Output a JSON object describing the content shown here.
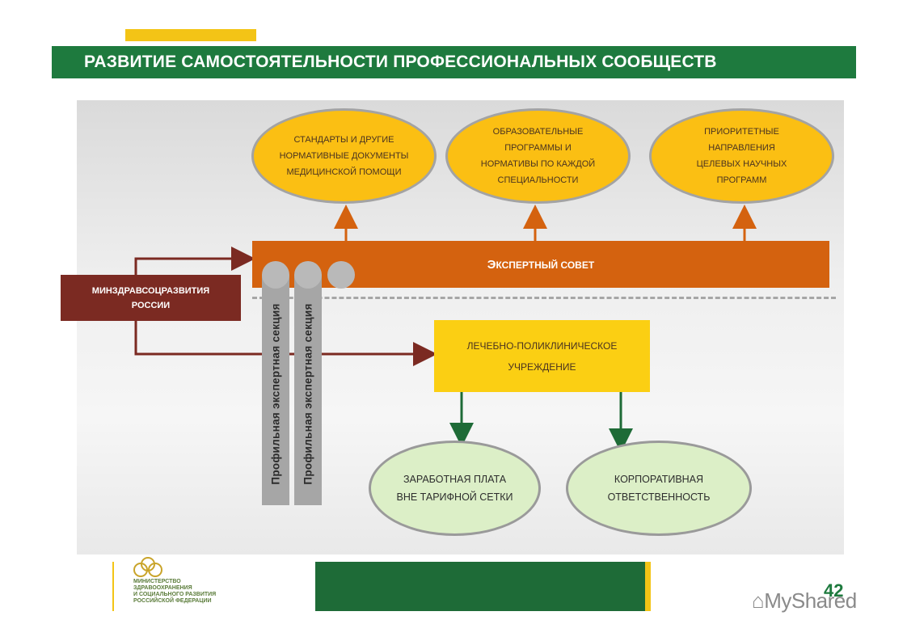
{
  "title": "РАЗВИТИЕ САМОСТОЯТЕЛЬНОСТИ ПРОФЕССИОНАЛЬНЫХ СООБЩЕСТВ",
  "top_ovals": [
    {
      "text": "СТАНДАРТЫ И ДРУГИЕ\nНОРМАТИВНЫЕ ДОКУМЕНТЫ\nМЕДИЦИНСКОЙ ПОМОЩИ"
    },
    {
      "text": "ОБРАЗОВАТЕЛЬНЫЕ\nПРОГРАММЫ И\nНОРМАТИВЫ ПО КАЖДОЙ\nСПЕЦИАЛЬНОСТИ"
    },
    {
      "text": "ПРИОРИТЕТНЫЕ\nНАПРАВЛЕНИЯ\nЦЕЛЕВЫХ НАУЧНЫХ\nПРОГРАММ"
    }
  ],
  "expert_council": {
    "first_letter": "Э",
    "rest": "КСПЕРТНЫЙ СОВЕТ"
  },
  "ministry_box": "МИНЗДРАВСОЦРАЗВИТИЯ\nРОССИИ",
  "clinic_box": "ЛЕЧЕБНО-ПОЛИКЛИНИЧЕСКОЕ\nУЧРЕЖДЕНИЕ",
  "sections": [
    {
      "label": "Профильная экспертная секция"
    },
    {
      "label": "Профильная экспертная секция"
    }
  ],
  "bottom_ovals": [
    {
      "text": "ЗАРАБОТНАЯ ПЛАТА\nВНЕ ТАРИФНОЙ СЕТКИ"
    },
    {
      "text": "КОРПОРАТИВНАЯ\nОТВЕТСТВЕННОСТЬ"
    }
  ],
  "footer": {
    "ministry_logo_text": "МИНИСТЕРСТВО\nЗДРАВООХРАНЕНИЯ\nИ СОЦИАЛЬНОГО РАЗВИТИЯ\nРОССИЙСКОЙ ФЕДЕРАЦИИ",
    "page_number": "42",
    "watermark": "MyShared"
  },
  "colors": {
    "title_green": "#1e7a3e",
    "accent_yellow": "#f3c416",
    "oval_yellow": "#fbbf13",
    "council_orange": "#d4620f",
    "ministry_maroon": "#7b2a22",
    "oval_green": "#dcefc7",
    "arrow_orange": "#d4620f",
    "arrow_maroon": "#7b2a22",
    "arrow_green": "#1e6b37"
  }
}
